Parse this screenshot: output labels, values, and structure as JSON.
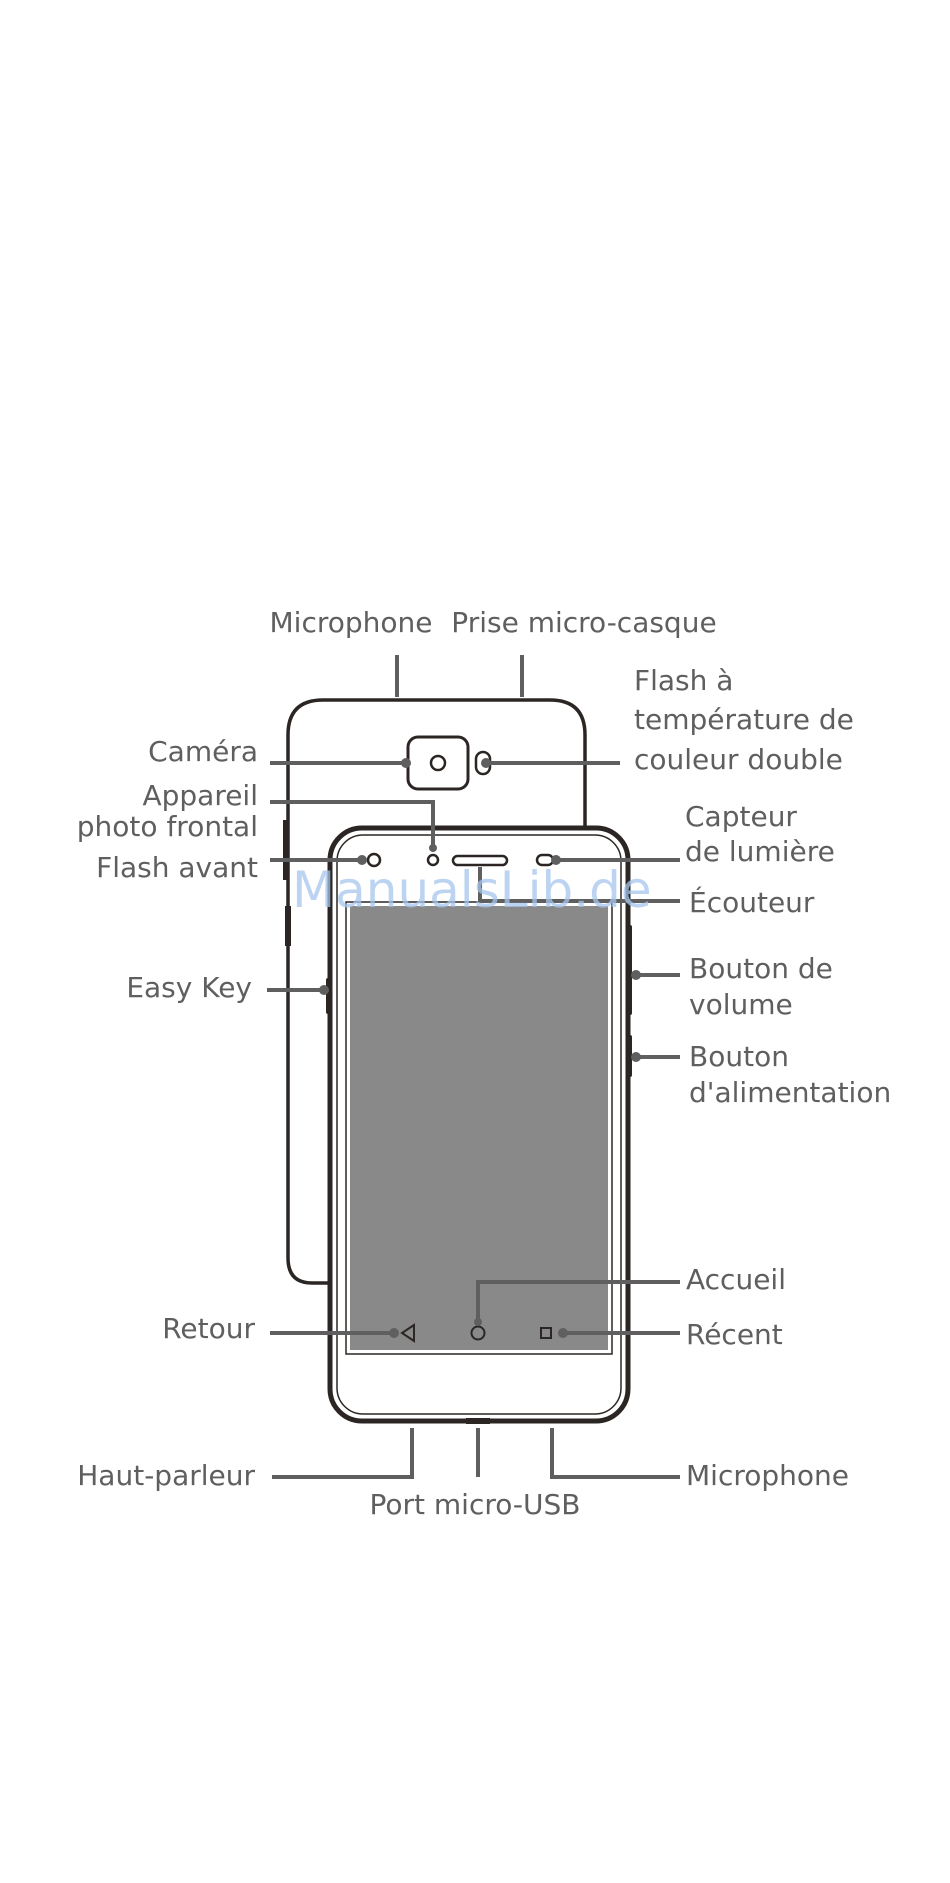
{
  "labels": {
    "microphone_top": "Microphone",
    "headset_jack": "Prise micro-casque",
    "flash_line1": "Flash à",
    "flash_line2": "température de",
    "flash_line3": "couleur double",
    "camera": "Caméra",
    "front_camera_line1": "Appareil",
    "front_camera_line2": "photo frontal",
    "front_flash": "Flash avant",
    "light_sensor_line1": "Capteur",
    "light_sensor_line2": "de lumière",
    "earpiece": "Écouteur",
    "volume_line1": "Bouton de",
    "volume_line2": "volume",
    "power_line1": "Bouton",
    "power_line2": "d'alimentation",
    "easy_key": "Easy Key",
    "home": "Accueil",
    "back": "Retour",
    "recent": "Récent",
    "speaker": "Haut-parleur",
    "microphone_bottom": "Microphone",
    "usb_port": "Port micro-USB"
  },
  "watermark": "ManualsLib.de",
  "colors": {
    "label_text": "#5f5f5f",
    "phone_outline": "#2b2623",
    "screen": "#898989",
    "watermark": "#a6c6ec"
  }
}
